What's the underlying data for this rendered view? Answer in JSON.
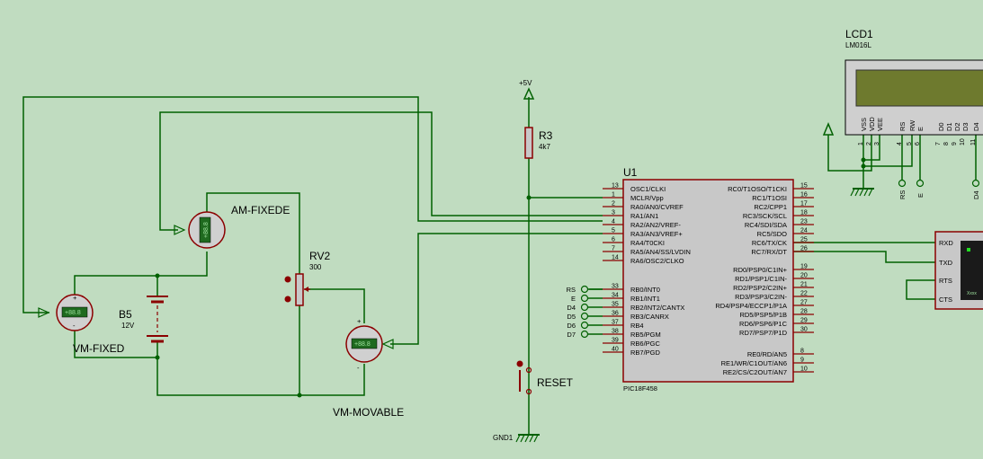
{
  "lcd": {
    "ref": "LCD1",
    "model": "LM016L",
    "pins": [
      "VSS",
      "VDD",
      "VEE",
      "RS",
      "RW",
      "E",
      "D0",
      "D1",
      "D2",
      "D3",
      "D4"
    ],
    "pin_numbers": [
      "1",
      "2",
      "3",
      "4",
      "5",
      "6",
      "7",
      "8",
      "9",
      "10",
      "11"
    ],
    "net_labels": [
      "RS",
      "E",
      "D4"
    ]
  },
  "mcu": {
    "ref": "U1",
    "part": "PIC18F458",
    "left_pins": [
      {
        "num": "13",
        "name": "OSC1/CLKI"
      },
      {
        "num": "1",
        "name": "MCLR/Vpp"
      },
      {
        "num": "2",
        "name": "RA0/AN0/CVREF"
      },
      {
        "num": "3",
        "name": "RA1/AN1"
      },
      {
        "num": "4",
        "name": "RA2/AN2/VREF-"
      },
      {
        "num": "5",
        "name": "RA3/AN3/VREF+"
      },
      {
        "num": "6",
        "name": "RA4/T0CKI"
      },
      {
        "num": "7",
        "name": "RA5/AN4/SS/LVDIN"
      },
      {
        "num": "14",
        "name": "RA6/OSC2/CLKO"
      },
      {
        "num": "33",
        "name": "RB0/INT0"
      },
      {
        "num": "34",
        "name": "RB1/INT1"
      },
      {
        "num": "35",
        "name": "RB2/INT2/CANTX"
      },
      {
        "num": "36",
        "name": "RB3/CANRX"
      },
      {
        "num": "37",
        "name": "RB4"
      },
      {
        "num": "38",
        "name": "RB5/PGM"
      },
      {
        "num": "39",
        "name": "RB6/PGC"
      },
      {
        "num": "40",
        "name": "RB7/PGD"
      }
    ],
    "right_pins": [
      {
        "num": "15",
        "name": "RC0/T1OSO/T1CKI"
      },
      {
        "num": "16",
        "name": "RC1/T1OSI"
      },
      {
        "num": "17",
        "name": "RC2/CPP1"
      },
      {
        "num": "18",
        "name": "RC3/SCK/SCL"
      },
      {
        "num": "23",
        "name": "RC4/SDI/SDA"
      },
      {
        "num": "24",
        "name": "RC5/SDO"
      },
      {
        "num": "25",
        "name": "RC6/TX/CK"
      },
      {
        "num": "26",
        "name": "RC7/RX/DT"
      },
      {
        "num": "19",
        "name": "RD0/PSP0/C1IN+"
      },
      {
        "num": "20",
        "name": "RD1/PSP1/C1IN-"
      },
      {
        "num": "21",
        "name": "RD2/PSP2/C2IN+"
      },
      {
        "num": "22",
        "name": "RD3/PSP3/C2IN-"
      },
      {
        "num": "27",
        "name": "RD4/PSP4/ECCP1/P1A"
      },
      {
        "num": "28",
        "name": "RD5/PSP5/P1B"
      },
      {
        "num": "29",
        "name": "RD6/PSP6/P1C"
      },
      {
        "num": "30",
        "name": "RD7/PSP7/P1D"
      },
      {
        "num": "8",
        "name": "RE0/RD/AN5"
      },
      {
        "num": "9",
        "name": "RE1/WR/C1OUT/AN6"
      },
      {
        "num": "10",
        "name": "RE2/CS/C2OUT/AN7"
      }
    ],
    "portb_net_labels": [
      "RS",
      "E",
      "D4",
      "D5",
      "D6",
      "D7"
    ]
  },
  "power": {
    "label": "+5V"
  },
  "ground": {
    "label": "GND1"
  },
  "r3": {
    "ref": "R3",
    "value": "4k7"
  },
  "reset": {
    "label": "RESET"
  },
  "rv2": {
    "ref": "RV2",
    "value": "300"
  },
  "battery": {
    "ref": "B5",
    "value": "12V"
  },
  "meters": {
    "am_fixed": "AM-FIXEDE",
    "vm_fixed": "VM-FIXED",
    "vm_movable": "VM-MOVABLE",
    "display": "+88.8"
  },
  "terminal": {
    "pins": [
      "RXD",
      "TXD",
      "RTS",
      "CTS"
    ],
    "screen_text": "Xxxx"
  },
  "colors": {
    "background": "#c0dcc0",
    "wire": "#006000",
    "component": "#8b0000",
    "chip_fill": "#c8c8c8",
    "meter_display": "#1f6a1f"
  }
}
